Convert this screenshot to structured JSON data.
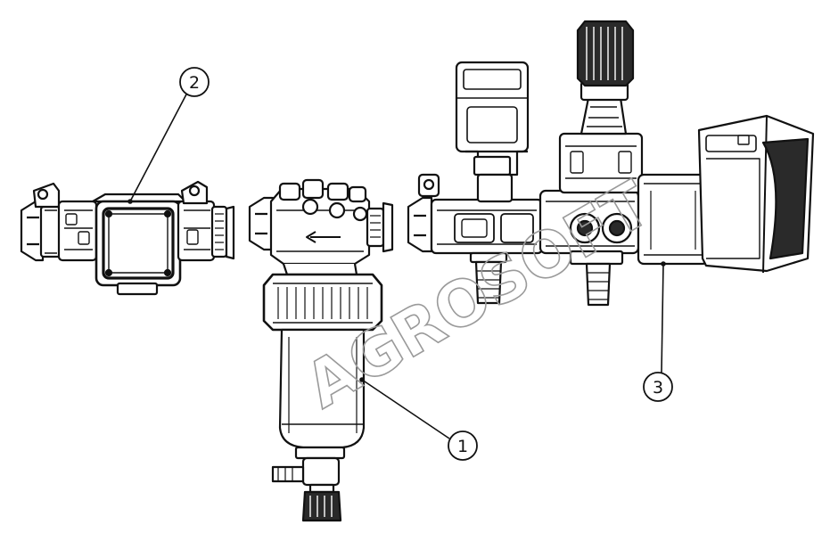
{
  "watermark": "AGROSOFT",
  "callouts": [
    {
      "id": "callout-1",
      "label": "1"
    },
    {
      "id": "callout-2",
      "label": "2"
    },
    {
      "id": "callout-3",
      "label": "3"
    }
  ],
  "colors": {
    "line": "#111111",
    "background": "#ffffff",
    "part_fill": "#ffffff",
    "dark_fill": "#2a2a2a",
    "watermark": "#9a9a9a"
  }
}
